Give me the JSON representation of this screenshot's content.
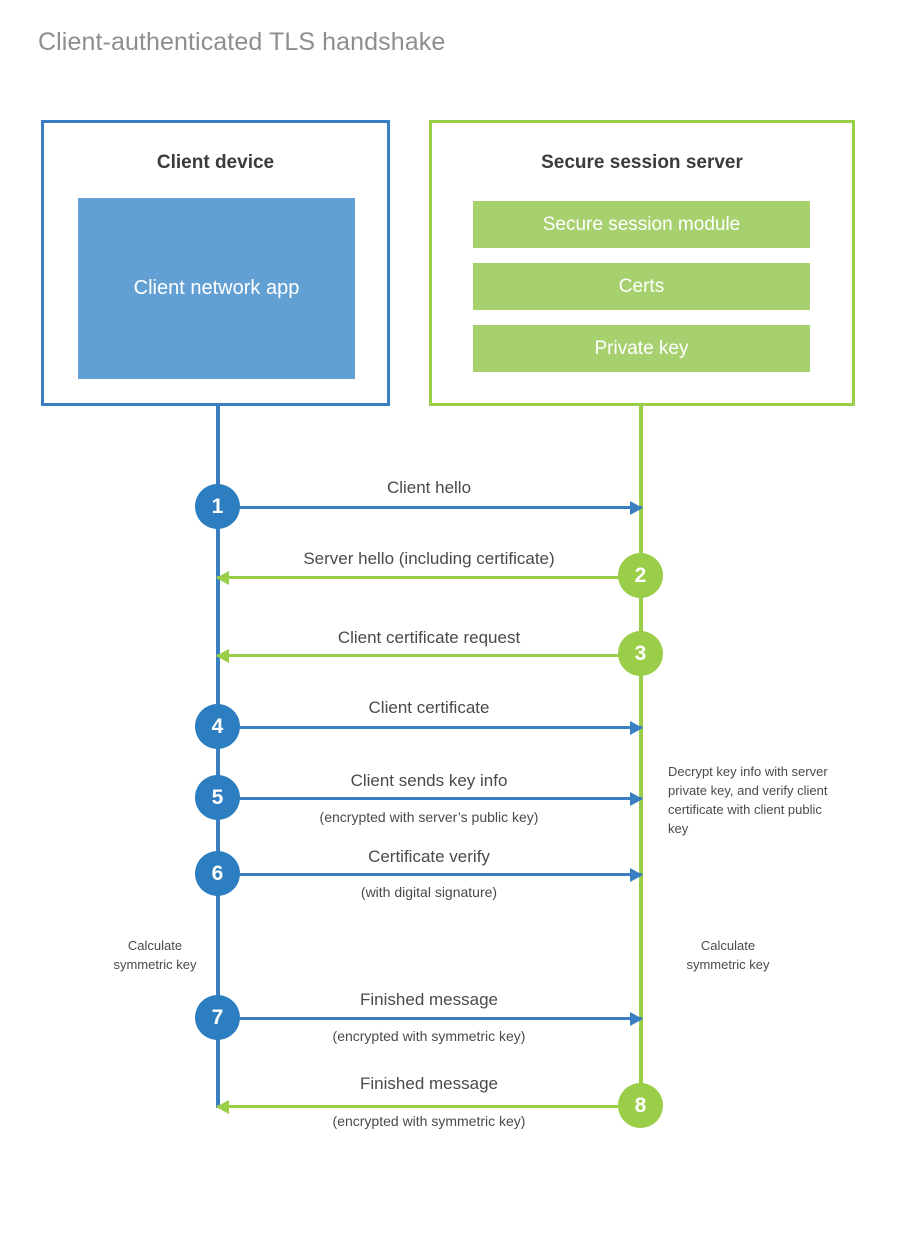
{
  "title": "Client-authenticated TLS handshake",
  "colors": {
    "blue_border": "#3a7fc1",
    "blue_fill": "#62a0d4",
    "blue_circle": "#2d7ec0",
    "green_border": "#9acd48",
    "green_fill": "#a7d16f",
    "title_gray": "#8e8e8e",
    "text_gray": "#4a4a4a"
  },
  "client": {
    "title": "Client device",
    "app_label": "Client network app"
  },
  "server": {
    "title": "Secure session server",
    "modules": [
      {
        "label": "Secure session module"
      },
      {
        "label": "Certs"
      },
      {
        "label": "Private key"
      }
    ]
  },
  "steps": [
    {
      "number": "1",
      "label": "Client hello",
      "sublabel": "",
      "direction": "client-to-server",
      "color": "blue"
    },
    {
      "number": "2",
      "label": "Server hello (including certificate)",
      "sublabel": "",
      "direction": "server-to-client",
      "color": "green"
    },
    {
      "number": "3",
      "label": "Client certificate request",
      "sublabel": "",
      "direction": "server-to-client",
      "color": "green"
    },
    {
      "number": "4",
      "label": "Client certificate",
      "sublabel": "",
      "direction": "client-to-server",
      "color": "blue"
    },
    {
      "number": "5",
      "label": "Client sends key info",
      "sublabel": "(encrypted with server’s public key)",
      "direction": "client-to-server",
      "color": "blue"
    },
    {
      "number": "6",
      "label": "Certificate verify",
      "sublabel": "(with digital signature)",
      "direction": "client-to-server",
      "color": "blue"
    },
    {
      "number": "7",
      "label": "Finished message",
      "sublabel": "(encrypted with symmetric key)",
      "direction": "client-to-server",
      "color": "blue"
    },
    {
      "number": "8",
      "label": "Finished message",
      "sublabel": "(encrypted with symmetric key)",
      "direction": "server-to-client",
      "color": "green"
    }
  ],
  "notes": {
    "server_decrypt": "Decrypt key info with server private key, and verify client certificate with client public key",
    "client_calculate_line1": "Calculate",
    "client_calculate_line2": "symmetric key",
    "server_calculate_line1": "Calculate",
    "server_calculate_line2": "symmetric key"
  }
}
